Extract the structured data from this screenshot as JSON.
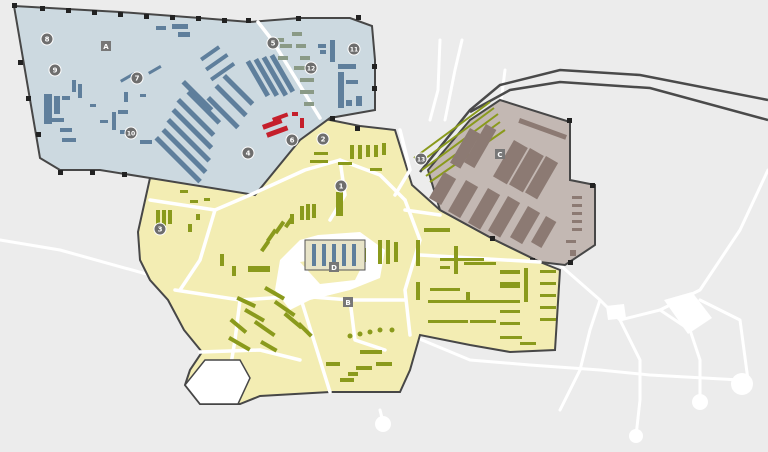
{
  "colors": {
    "background": "#ececec",
    "road": "#ffffff",
    "zone_a_fill": "#ccd9e0",
    "zone_b_fill": "#f3edb3",
    "zone_c_fill": "#c3b8b3",
    "outline": "#474747",
    "blue_building": "#5f7f9c",
    "olive_building": "#8a9a1c",
    "red_building": "#c51f2b",
    "grey_green_building": "#8a9a86",
    "brown_building": "#8c7a73",
    "rail": "#4a4a4a",
    "marker": "#6e6e6e"
  },
  "zones": [
    {
      "id": "A",
      "label": "A"
    },
    {
      "id": "B",
      "label": "B"
    },
    {
      "id": "C",
      "label": "C"
    },
    {
      "id": "D",
      "label": "D"
    }
  ],
  "markers": [
    "1",
    "2",
    "3",
    "4",
    "5",
    "6",
    "7",
    "8",
    "9",
    "10",
    "11",
    "12",
    "13"
  ]
}
